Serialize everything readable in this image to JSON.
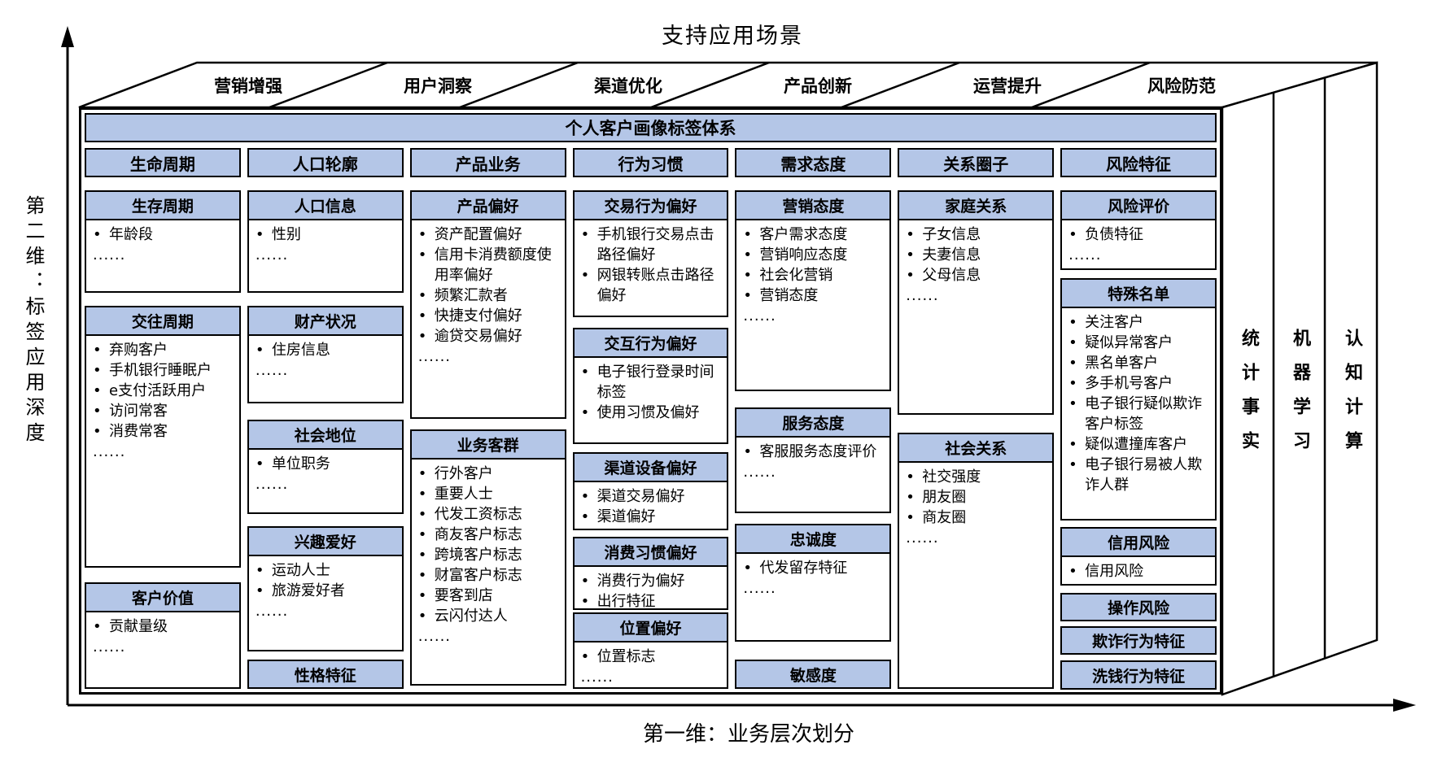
{
  "top_title": "支持应用场景",
  "main_title": "个人客户画像标签体系",
  "axis": {
    "y_label": "第二维：标签应用深度",
    "x_label": "第一维：业务层次划分"
  },
  "scenarios": [
    "营销增强",
    "用户洞察",
    "渠道优化",
    "产品创新",
    "运营提升",
    "风险防范"
  ],
  "side_layers": [
    "统计事实",
    "机器学习",
    "认知计算"
  ],
  "colors": {
    "header_fill": "#b4c6e7",
    "border": "#000000",
    "background": "#ffffff"
  },
  "columns": [
    {
      "header": "生命周期",
      "boxes": [
        {
          "title": "生存周期",
          "items": [
            "年龄段"
          ],
          "more": "......"
        },
        {
          "title": "交往周期",
          "items": [
            "弃购客户",
            "手机银行睡眠户",
            "e支付活跃用户",
            "访问常客",
            "消费常客"
          ],
          "more": "......"
        },
        {
          "title": "客户价值",
          "items": [
            "贡献量级"
          ],
          "more": "......"
        }
      ]
    },
    {
      "header": "人口轮廓",
      "boxes": [
        {
          "title": "人口信息",
          "items": [
            "性别"
          ],
          "more": "......"
        },
        {
          "title": "财产状况",
          "items": [
            "住房信息"
          ],
          "more": "......"
        },
        {
          "title": "社会地位",
          "items": [
            "单位职务"
          ],
          "more": "......"
        },
        {
          "title": "兴趣爱好",
          "items": [
            "运动人士",
            "旅游爱好者"
          ],
          "more": "......"
        },
        {
          "title": "性格特征",
          "items": []
        }
      ]
    },
    {
      "header": "产品业务",
      "boxes": [
        {
          "title": "产品偏好",
          "items": [
            "资产配置偏好",
            "信用卡消费额度使用率偏好",
            "频繁汇款者",
            "快捷支付偏好",
            "逾贷交易偏好"
          ],
          "more": "......"
        },
        {
          "title": "业务客群",
          "items": [
            "行外客户",
            "重要人士",
            "代发工资标志",
            "商友客户标志",
            "跨境客户标志",
            "财富客户标志",
            "要客到店",
            "云闪付达人"
          ],
          "more": "......"
        }
      ]
    },
    {
      "header": "行为习惯",
      "boxes": [
        {
          "title": "交易行为偏好",
          "items": [
            "手机银行交易点击路径偏好",
            "网银转账点击路径偏好"
          ]
        },
        {
          "title": "交互行为偏好",
          "items": [
            "电子银行登录时间标签",
            "使用习惯及偏好"
          ]
        },
        {
          "title": "渠道设备偏好",
          "items": [
            "渠道交易偏好",
            "渠道偏好"
          ]
        },
        {
          "title": "消费习惯偏好",
          "items": [
            "消费行为偏好",
            "出行特征"
          ]
        },
        {
          "title": "位置偏好",
          "items": [
            "位置标志"
          ],
          "more": "......"
        }
      ]
    },
    {
      "header": "需求态度",
      "boxes": [
        {
          "title": "营销态度",
          "items": [
            "客户需求态度",
            "营销响应态度",
            "社会化营销",
            "营销态度"
          ],
          "more": "......"
        },
        {
          "title": "服务态度",
          "items": [
            "客服服务态度评价"
          ],
          "more": "......"
        },
        {
          "title": "忠诚度",
          "items": [
            "代发留存特征"
          ],
          "more": "......"
        },
        {
          "title": "敏感度",
          "items": []
        }
      ]
    },
    {
      "header": "关系圈子",
      "boxes": [
        {
          "title": "家庭关系",
          "items": [
            "子女信息",
            "夫妻信息",
            "父母信息"
          ],
          "more": "......"
        },
        {
          "title": "社会关系",
          "items": [
            "社交强度",
            "朋友圈",
            "商友圈"
          ],
          "more": "......"
        }
      ]
    },
    {
      "header": "风险特征",
      "boxes": [
        {
          "title": "风险评价",
          "items": [
            "负债特征"
          ],
          "more": "......"
        },
        {
          "title": "特殊名单",
          "items": [
            "关注客户",
            "疑似异常客户",
            "黑名单客户",
            "多手机号客户",
            "电子银行疑似欺诈客户标签",
            "疑似遭撞库客户",
            "电子银行易被人欺诈人群"
          ]
        },
        {
          "title": "信用风险",
          "items": [
            "信用风险"
          ]
        },
        {
          "title": "操作风险",
          "items": []
        },
        {
          "title": "欺诈行为特征",
          "items": []
        },
        {
          "title": "洗钱行为特征",
          "items": []
        }
      ]
    }
  ]
}
